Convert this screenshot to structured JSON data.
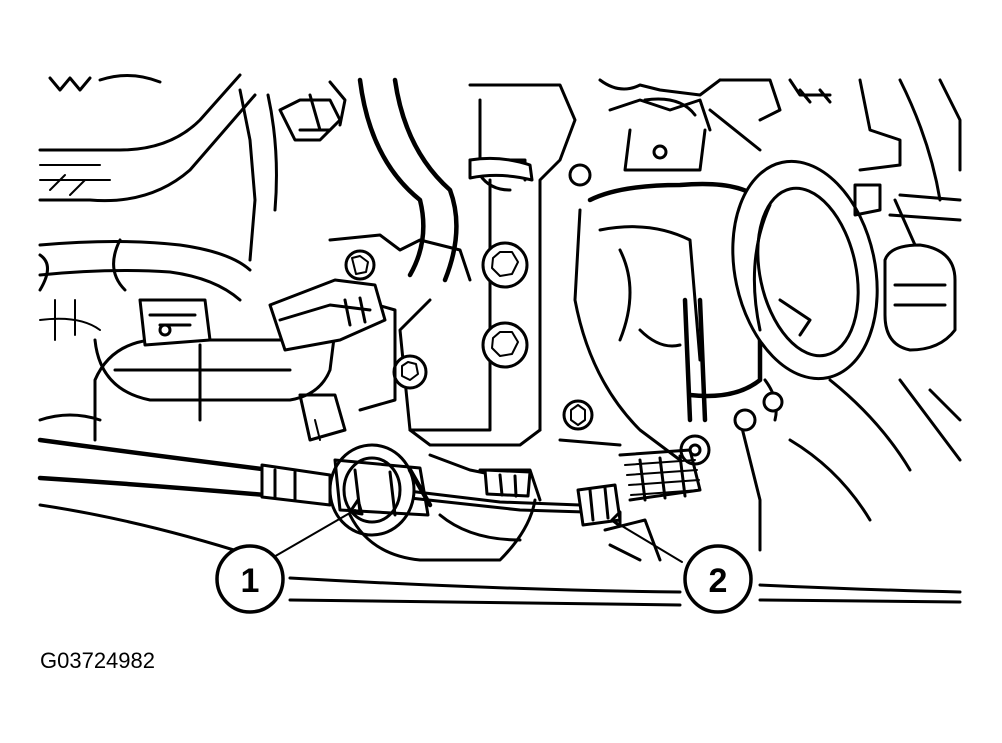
{
  "figure": {
    "code": "G03724982"
  },
  "callouts": [
    {
      "id": "callout-1",
      "label": "1"
    },
    {
      "id": "callout-2",
      "label": "2"
    }
  ],
  "colors": {
    "ink": "#000000",
    "paper": "#ffffff"
  }
}
